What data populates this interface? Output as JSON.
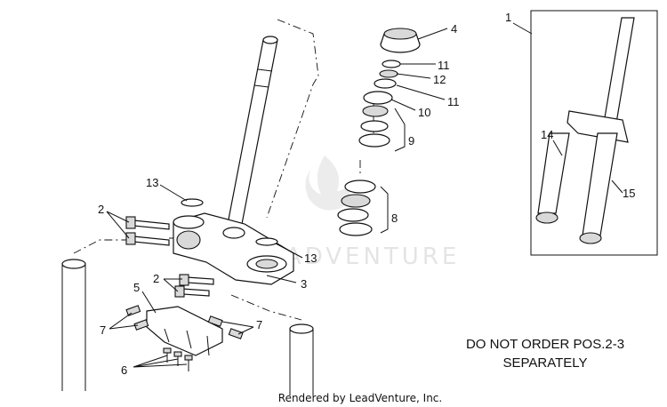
{
  "labels": {
    "l1": "1",
    "l2a": "2",
    "l2b": "2",
    "l3": "3",
    "l4": "4",
    "l5": "5",
    "l6": "6",
    "l7a": "7",
    "l7b": "7",
    "l8": "8",
    "l9": "9",
    "l10": "10",
    "l11a": "11",
    "l11b": "11",
    "l12": "12",
    "l13a": "13",
    "l13b": "13",
    "l14": "14",
    "l15": "15"
  },
  "note": {
    "line1": "DO NOT ORDER POS.2-3",
    "line2": "SEPARATELY"
  },
  "watermark": "LEADVENTURE",
  "footer": "Rendered by LeadVenture, Inc."
}
